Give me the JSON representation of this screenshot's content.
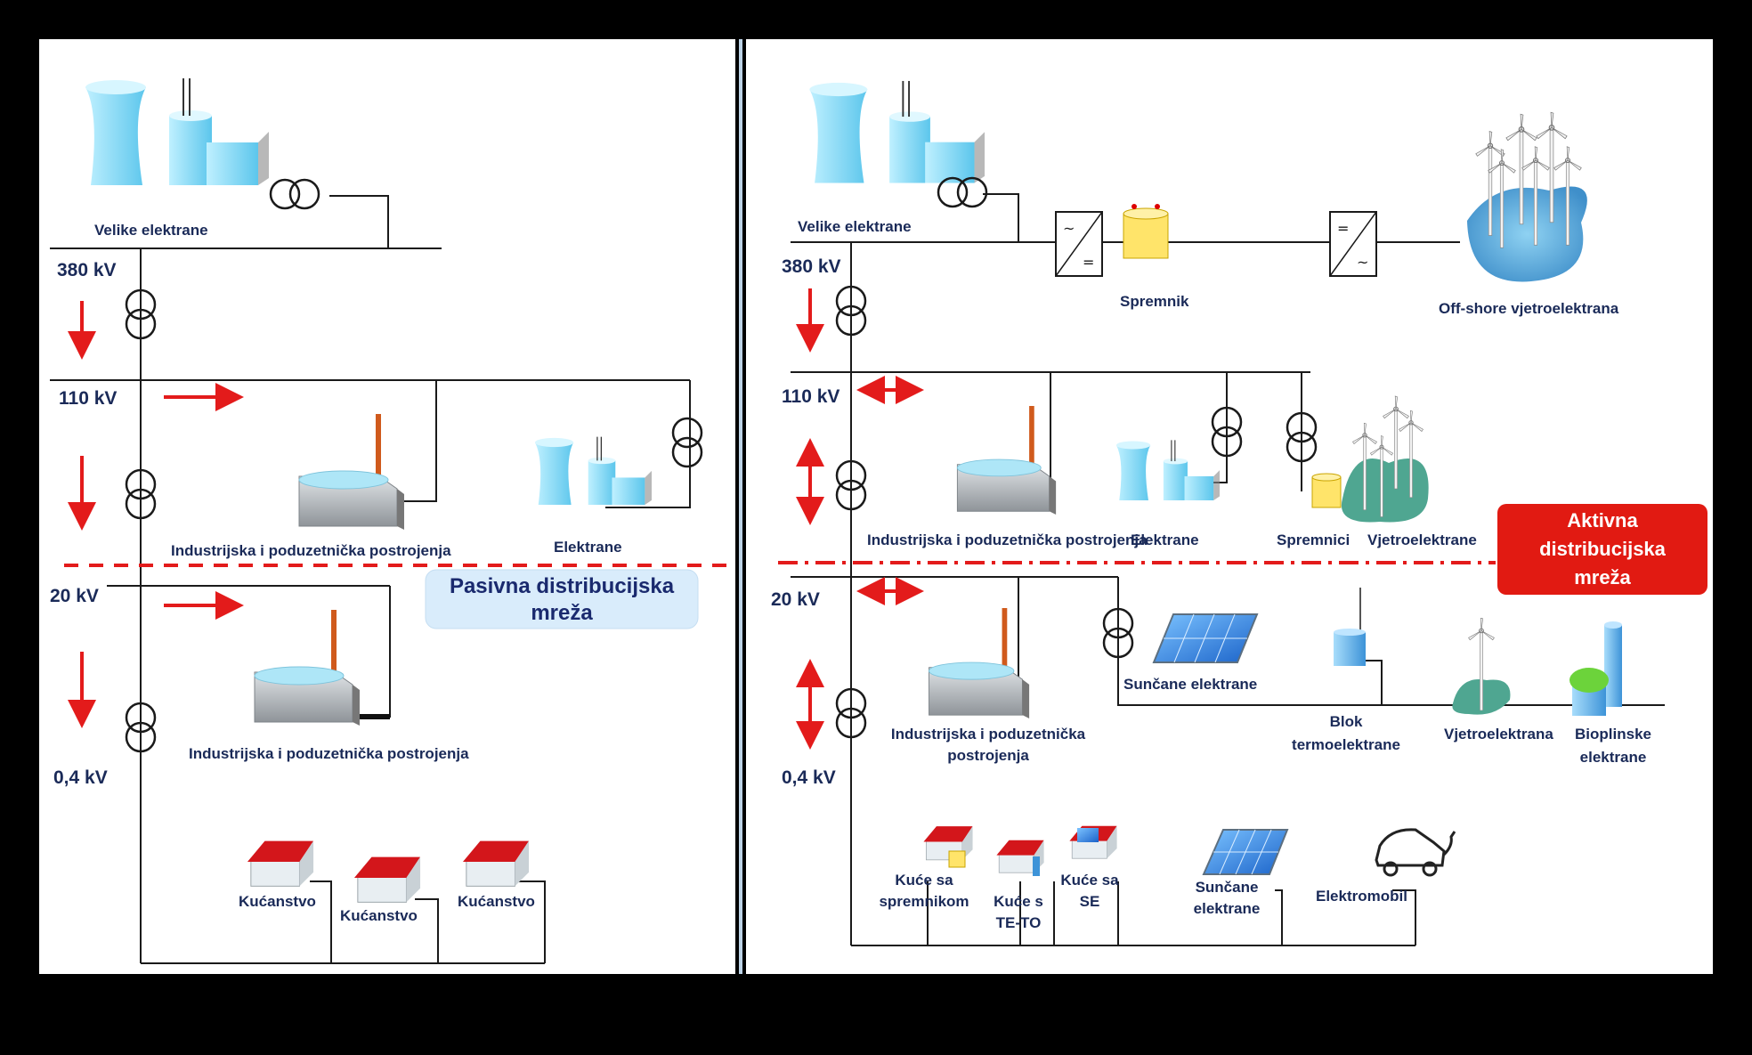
{
  "left_panel": {
    "plant_big": "Velike elektrane",
    "volt_380": "380 kV",
    "volt_110": "110 kV",
    "volt_20": "20 kV",
    "volt_04": "0,4 kV",
    "industry_110": "Industrijska i poduzetnička postrojenja",
    "plants_110": "Elektrane",
    "industry_20": "Industrijska i poduzetnička postrojenja",
    "household_1": "Kućanstvo",
    "household_2": "Kućanstvo",
    "household_3": "Kućanstvo",
    "badge_line1": "Pasivna distribucijska",
    "badge_line2": "mreža"
  },
  "right_panel": {
    "plant_big": "Velike elektrane",
    "storage": "Spremnik",
    "offshore": "Off-shore vjetroelektrana",
    "volt_380": "380 kV",
    "volt_110": "110 kV",
    "volt_20": "20 kV",
    "volt_04": "0,4 kV",
    "industry_110": "Industrijska i poduzetnička postrojenja",
    "plants_110": "Elektrane",
    "storages_110": "Spremnici",
    "wind_110": "Vjetroelektrane",
    "industry_20_line1": "Industrijska i poduzetnička",
    "industry_20_line2": "postrojenja",
    "solar_20": "Sunčane elektrane",
    "thermal_line1": "Blok",
    "thermal_line2": "termoelektrane",
    "wind_20": "Vjetroelektrana",
    "biogas_line1": "Bioplinske",
    "biogas_line2": "elektrane",
    "house_storage_line1": "Kuće sa",
    "house_storage_line2": "spremnikom",
    "house_chp_line1": "Kuće s",
    "house_chp_line2": "TE-TO",
    "house_pv_line1": "Kuće sa",
    "house_pv_line2": "SE",
    "solar_04_line1": "Sunčane",
    "solar_04_line2": "elektrane",
    "ev": "Elektromobil",
    "badge_line1": "Aktivna",
    "badge_line2": "distribucijska",
    "badge_line3": "mreža"
  },
  "colors": {
    "line": "#1a1a1a",
    "arrow": "#e31b1b",
    "text": "#1a2a58",
    "plant": "#7fd8f2",
    "active_badge": "#e11a12",
    "passive_badge": "#d9ecfb"
  }
}
